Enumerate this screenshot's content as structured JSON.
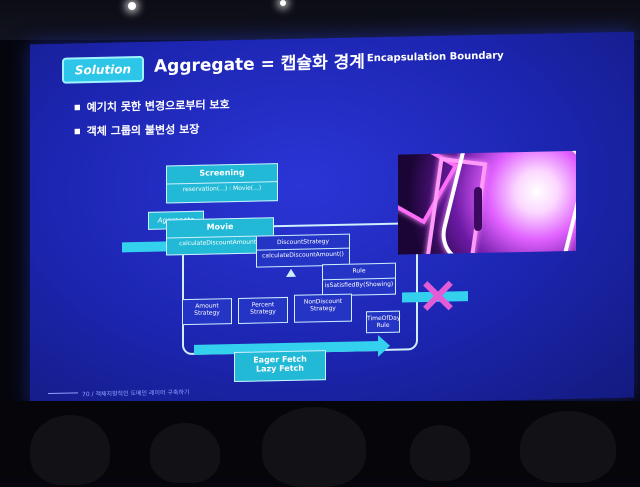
{
  "slide": {
    "badge": "Solution",
    "title": "Aggregate = 캡슐화 경계",
    "title_sub": "Encapsulation Boundary",
    "bullets": [
      "예기치 못한 변경으로부터 보호",
      "객체 그룹의 불변성 보장"
    ],
    "footer": "70 / 객체지향적인 도메인 레이어 구축하기"
  },
  "diagram": {
    "screening": "Screening",
    "screening_attr": "reservation(...) : Movie(...)",
    "aggregate": "Aggregate",
    "movie": "Movie",
    "movie_attr": "calculateDiscountAmount()",
    "discount_strategy": "DiscountStrategy",
    "discount_strategy_attr": "calculateDiscountAmount()",
    "rule": "Rule",
    "rule_attr": "isSatisfiedBy(Showing)",
    "amount_strategy": "Amount Strategy",
    "percent_strategy": "Percent Strategy",
    "non_discount_strategy": "NonDiscount Strategy",
    "time_of_day_rule": "TimeOfDay Rule",
    "eager_fetch": "Eager Fetch",
    "lazy_fetch": "Lazy Fetch"
  },
  "colors": {
    "slide_bg": "#1c25b0",
    "accent_cyan": "#2ec6e8",
    "cross": "#e45bd8"
  }
}
